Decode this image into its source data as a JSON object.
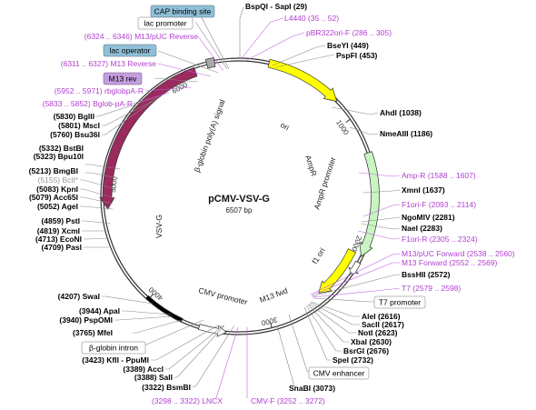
{
  "plasmid": {
    "name": "pCMV-VSV-G",
    "size_label": "6507 bp",
    "colors": {
      "vsvg": "#9b2a5e",
      "amp": "#c8f5c0",
      "ori": "#ffff00",
      "f1ori": "#ffff00",
      "cmv": "#000000",
      "m13": "#ffffff",
      "globin": "#aaaaaa",
      "box_blue": "#8fc0d8",
      "box_purple": "#c59ee0",
      "primer": "#b040d0"
    }
  },
  "ticks": [
    {
      "pos": 1000,
      "label": "1000"
    },
    {
      "pos": 2000,
      "label": "2000"
    },
    {
      "pos": 3000,
      "label": "3000"
    },
    {
      "pos": 4000,
      "label": "4000"
    },
    {
      "pos": 5000,
      "label": "5000"
    },
    {
      "pos": 6000,
      "label": "6000"
    }
  ],
  "features": [
    {
      "id": "vsvg",
      "label": "VSV-G",
      "start": 4780,
      "end": 6160,
      "dir": "rev",
      "radius": 145,
      "width": 10,
      "color": "#9b2a5e"
    },
    {
      "id": "ampr",
      "label": "AmpR",
      "start": 1290,
      "end": 2100,
      "dir": "fwd",
      "radius": 150,
      "width": 9,
      "color": "#c8f5c0"
    },
    {
      "id": "ori",
      "label": "ori",
      "start": 230,
      "end": 830,
      "dir": "fwd",
      "radius": 150,
      "width": 9,
      "color": "#ffff00"
    },
    {
      "id": "f1ori",
      "label": "f1 ori",
      "start": 2090,
      "end": 2540,
      "dir": "fwd",
      "radius": 138,
      "width": 9,
      "color": "#ffff00"
    },
    {
      "id": "ampr-prom",
      "label": "AmpR promoter",
      "start": 2150,
      "end": 2250,
      "dir": "fwd",
      "radius": 150,
      "width": 6,
      "color": "#ffffff"
    },
    {
      "id": "cmv",
      "label": "CMV promoter",
      "start": 3700,
      "end": 4020,
      "dir": "none",
      "radius": 150,
      "width": 4,
      "color": "#000000"
    },
    {
      "id": "m13fwd",
      "label": "M13 fwd",
      "start": 3350,
      "end": 3560,
      "dir": "rev",
      "radius": 150,
      "width": 6,
      "color": "#ffffff"
    },
    {
      "id": "globin",
      "label": "β-globin poly(A) signal",
      "start": 6260,
      "end": 6320,
      "dir": "none",
      "radius": 150,
      "width": 10,
      "color": "#aaaaaa"
    }
  ],
  "labels": [
    {
      "text": "BspQI - SapI",
      "bold": true,
      "pos": "(29)"
    },
    {
      "text": "L4440",
      "primer": true,
      "pos": "(35 .. 52)"
    },
    {
      "text": "pBR322ori-F",
      "primer": true,
      "pos": "(286 .. 305)"
    },
    {
      "text": "BseYI",
      "bold": true,
      "pos": "(449)"
    },
    {
      "text": "PspFI",
      "bold": true,
      "pos": "(453)"
    },
    {
      "text": "AhdI",
      "bold": true,
      "pos": "(1038)"
    },
    {
      "text": "NmeAIII",
      "bold": true,
      "pos": "(1186)"
    },
    {
      "text": "Amp-R",
      "primer": true,
      "pos": "(1588 .. 1607)"
    },
    {
      "text": "XmnI",
      "bold": true,
      "pos": "(1637)"
    },
    {
      "text": "F1ori-F",
      "primer": true,
      "pos": "(2093 .. 2114)"
    },
    {
      "text": "NgoMIV",
      "bold": true,
      "pos": "(2281)"
    },
    {
      "text": "NaeI",
      "bold": true,
      "pos": "(2283)"
    },
    {
      "text": "F1ori-R",
      "primer": true,
      "pos": "(2305 .. 2324)"
    },
    {
      "text": "M13/pUC Forward",
      "primer": true,
      "pos": "(2538 .. 2560)"
    },
    {
      "text": "M13 Forward",
      "primer": true,
      "pos": "(2552 .. 2569)"
    },
    {
      "text": "BssHII",
      "bold": true,
      "pos": "(2572)"
    },
    {
      "text": "T7",
      "primer": true,
      "pos": "(2579 .. 2598)"
    },
    {
      "text": "T7 promoter",
      "box": "white"
    },
    {
      "text": "AleI",
      "bold": true,
      "pos": "(2616)"
    },
    {
      "text": "SacII",
      "bold": true,
      "pos": "(2617)"
    },
    {
      "text": "NotI",
      "bold": true,
      "pos": "(2623)"
    },
    {
      "text": "XbaI",
      "bold": true,
      "pos": "(2630)"
    },
    {
      "text": "BsrGI",
      "bold": true,
      "pos": "(2676)"
    },
    {
      "text": "SpeI",
      "bold": true,
      "pos": "(2732)"
    },
    {
      "text": "CMV enhancer",
      "box": "white"
    },
    {
      "text": "SnaBI",
      "bold": true,
      "pos": "(3073)"
    },
    {
      "text": "CMV-F",
      "primer": true,
      "pos": "(3252 .. 3272)"
    },
    {
      "text": "LNCX",
      "primer": true,
      "pos": "(3298 .. 3322)"
    },
    {
      "text": "BsmBI",
      "bold": true,
      "pos": "(3322)"
    },
    {
      "text": "SalI",
      "bold": true,
      "pos": "(3388)"
    },
    {
      "text": "AccI",
      "bold": true,
      "pos": "(3389)"
    },
    {
      "text": "KflI - PpuMI",
      "bold": true,
      "pos": "(3423)"
    },
    {
      "text": "β-globin intron",
      "box": "white"
    },
    {
      "text": "MfeI",
      "bold": true,
      "pos": "(3765)"
    },
    {
      "text": "PspOMI",
      "bold": true,
      "pos": "(3940)"
    },
    {
      "text": "ApaI",
      "bold": true,
      "pos": "(3944)"
    },
    {
      "text": "SwaI",
      "bold": true,
      "pos": "(4207)"
    },
    {
      "text": "PasI",
      "bold": true,
      "pos": "(4709)"
    },
    {
      "text": "EcoNI",
      "bold": true,
      "pos": "(4713)"
    },
    {
      "text": "XcmI",
      "bold": true,
      "pos": "(4819)"
    },
    {
      "text": "PstI",
      "bold": true,
      "pos": "(4859)"
    },
    {
      "text": "AgeI",
      "bold": true,
      "pos": "(5052)"
    },
    {
      "text": "Acc65I",
      "bold": true,
      "pos": "(5079)"
    },
    {
      "text": "KpnI",
      "bold": true,
      "pos": "(5083)"
    },
    {
      "text": "BclI*",
      "gray": true,
      "pos": "(5155)"
    },
    {
      "text": "BmgBI",
      "bold": true,
      "pos": "(5213)"
    },
    {
      "text": "Bpu10I",
      "bold": true,
      "pos": "(5323)"
    },
    {
      "text": "BstBI",
      "bold": true,
      "pos": "(5332)"
    },
    {
      "text": "Bsu36I",
      "bold": true,
      "pos": "(5760)"
    },
    {
      "text": "MscI",
      "bold": true,
      "pos": "(5801)"
    },
    {
      "text": "BglII",
      "bold": true,
      "pos": "(5830)"
    },
    {
      "text": "Bglob-pA-R",
      "primer": true,
      "pos": "(5833 .. 5852)"
    },
    {
      "text": "rbglobpA-R",
      "primer": true,
      "pos": "(5952 .. 5971)"
    },
    {
      "text": "M13 rev",
      "box": "purple"
    },
    {
      "text": "M13 Reverse",
      "primer": true,
      "pos": "(6311 .. 6327)"
    },
    {
      "text": "lac operator",
      "box": "blue"
    },
    {
      "text": "M13/pUC Reverse",
      "primer": true,
      "pos": "(6324 .. 6346)"
    },
    {
      "text": "lac promoter",
      "box": "white"
    },
    {
      "text": "CAP binding site",
      "box": "blue"
    }
  ]
}
